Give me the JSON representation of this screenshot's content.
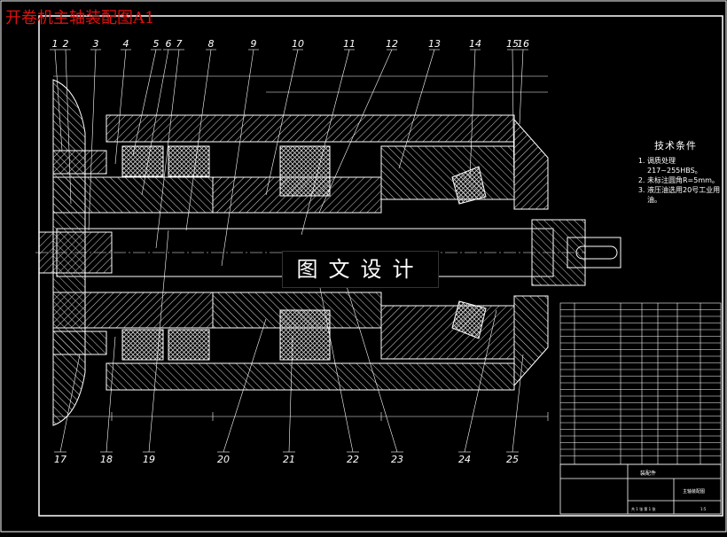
{
  "title": "开卷机主轴装配图A1",
  "watermark": "图文设计",
  "technical_requirements": {
    "heading": "技术条件",
    "items": [
      "调质处理217~255HBS。",
      "未标注圆角R=5mm。",
      "液压油选用20号工业用油。"
    ]
  },
  "balloons_top": [
    "1",
    "2",
    "3",
    "4",
    "5",
    "6",
    "7",
    "8",
    "9",
    "10",
    "11",
    "12",
    "13",
    "14",
    "15",
    "16"
  ],
  "balloons_bottom": [
    "17",
    "18",
    "19",
    "20",
    "21",
    "22",
    "23",
    "24",
    "25"
  ],
  "title_block": {
    "name": "装配件",
    "drawing_name": "主轴装配图",
    "sheet": "共 1 张 第 1 张",
    "scale": "1:5"
  },
  "colors": {
    "background": "#000000",
    "lines": "#ffffff",
    "title": "#e01010",
    "hatch": "#d8d8d8"
  }
}
